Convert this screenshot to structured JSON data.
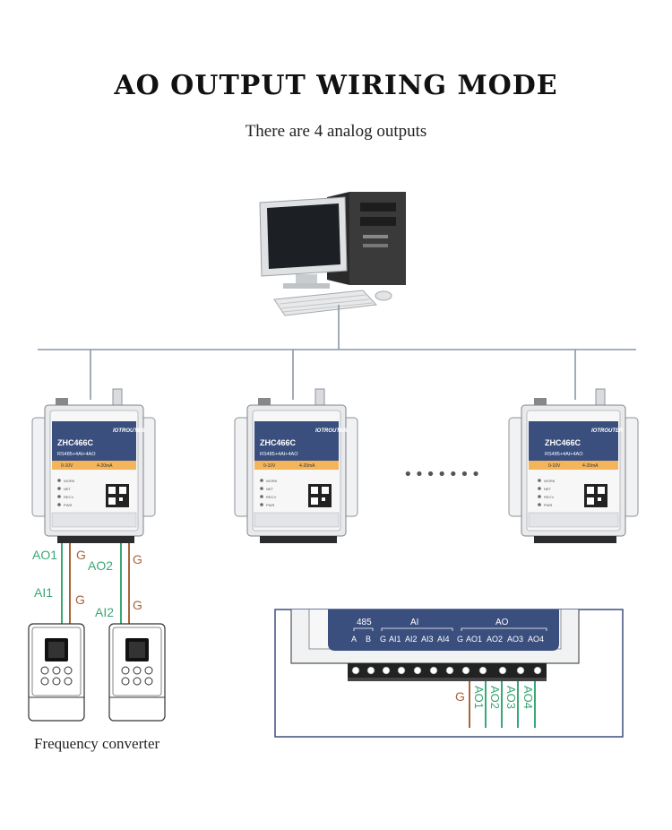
{
  "title": "AO OUTPUT WIRING MODE",
  "subtitle": "There are 4 analog outputs",
  "device": {
    "brand": "IOTROUTER",
    "model": "ZHC466C",
    "spec": "RS485+4AI+4AO",
    "option_voltage": "0-10V",
    "option_current": "4-20mA",
    "leds": [
      "WORK",
      "NET",
      "RECV",
      "PWR"
    ]
  },
  "ellipsis": "•••••••",
  "wiring": {
    "left_labels": [
      "AO1",
      "G",
      "AO2",
      "G"
    ],
    "right_labels": [
      "AI1",
      "G",
      "AI2",
      "G"
    ]
  },
  "inset": {
    "group_485": "485",
    "group_ai": "AI",
    "group_ao": "AO",
    "terminals": [
      "A",
      "B",
      "G",
      "AI1",
      "AI2",
      "AI3",
      "AI4",
      "G",
      "AO1",
      "AO2",
      "AO3",
      "AO4"
    ],
    "wire_labels": [
      "G",
      "AO1",
      "AO2",
      "AO3",
      "AO4"
    ]
  },
  "caption": "Frequency converter",
  "colors": {
    "wire_green": "#3aa775",
    "wire_brown": "#a8653a",
    "device_blue": "#3a4f7e",
    "device_orange": "#f4b45a",
    "network_line": "#8c96a3"
  }
}
